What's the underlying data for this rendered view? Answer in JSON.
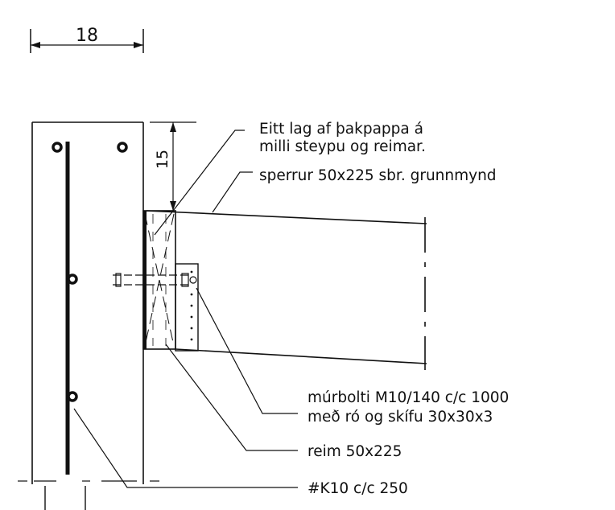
{
  "dimensions": {
    "wall_width": "18",
    "top_offset": "15"
  },
  "labels": {
    "roofing_felt_line1": "Eitt lag af þakpappa á",
    "roofing_felt_line2": "milli steypu og reimar.",
    "rafter": "sperrur 50x225 sbr. grunnmynd",
    "anchor_bolt_line1": "múrbolti M10/140 c/c 1000",
    "anchor_bolt_line2": "með ró og skífu 30x30x3",
    "wall_plate": "reim 50x225",
    "rebar": "#K10 c/c 250"
  }
}
